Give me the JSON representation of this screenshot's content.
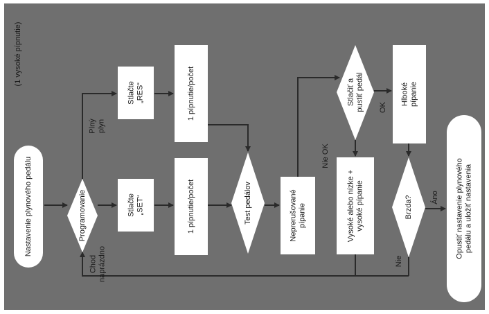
{
  "diagram": {
    "note": "(1 vysoké pípnutie)",
    "start": [
      "Nastavenie plynového pedálu"
    ],
    "programming": [
      "Programovanie"
    ],
    "label_full_throttle": [
      "Plný",
      "plyn"
    ],
    "label_idle": [
      "Chod",
      "naprázdno"
    ],
    "press_res": [
      "Stlačte",
      "„RES“"
    ],
    "press_set": [
      "Stlačte",
      "„SET“"
    ],
    "beep_count_top": [
      "1 pípnutie/počet"
    ],
    "beep_count_bottom": [
      "1 pípnutie/počet"
    ],
    "pedal_test": [
      "Test pedálov"
    ],
    "continuous_beep": [
      "Neprerušované",
      "pípanie"
    ],
    "press_release": [
      "Stlačiť a",
      "pustiť pedál"
    ],
    "label_ok": "OK",
    "label_not_ok": "Nie OK",
    "deep_beep": [
      "Hlboké",
      "pípanie"
    ],
    "high_low_beep": [
      "Vysoké alebo nízke +",
      "vysoké pípanie"
    ],
    "brake": [
      "Brzda?"
    ],
    "label_yes": "Áno",
    "label_no": "Nie",
    "exit": [
      "Opustiť nastavenie plynového",
      "pedálu a uložiť nastavenia"
    ]
  }
}
